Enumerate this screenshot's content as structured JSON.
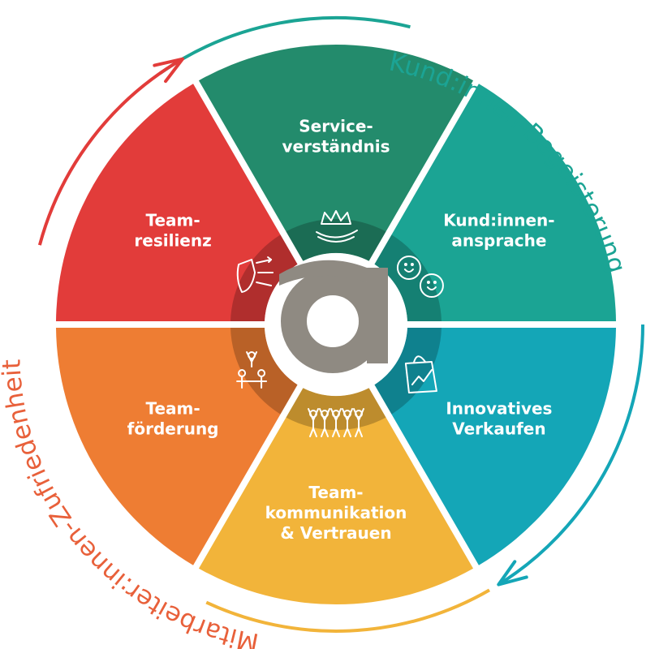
{
  "segments": [
    {
      "id": "service",
      "lines": [
        "Service-",
        "verständnis"
      ],
      "color": "#238B6C",
      "icon": "crown-in-hand-icon"
    },
    {
      "id": "kundinnenansprache",
      "lines": [
        "Kund:innen-",
        "ansprache"
      ],
      "color": "#1BA494",
      "icon": "smiley-speech-bubbles-icon"
    },
    {
      "id": "verkaufen",
      "lines": [
        "Innovatives",
        "Verkaufen"
      ],
      "color": "#14A6B7",
      "icon": "shopping-bag-growth-icon"
    },
    {
      "id": "kommunikation",
      "lines": [
        "Team-",
        "kommunikation",
        "& Vertrauen"
      ],
      "color": "#F2B43A",
      "icon": "cheering-team-icon"
    },
    {
      "id": "foerderung",
      "lines": [
        "Team-",
        "förderung"
      ],
      "color": "#EE7D33",
      "icon": "human-pyramid-icon"
    },
    {
      "id": "resilienz",
      "lines": [
        "Team-",
        "resilienz"
      ],
      "color": "#E23C3A",
      "icon": "shield-arrows-icon"
    }
  ],
  "outer_arcs": [
    {
      "id": "kundinnen",
      "text": "Kund:innen-Begeisterung",
      "color": "#1BA494"
    },
    {
      "id": "mitarbeiter",
      "text": "Mitarbeiter:innen-Zufriedenheit",
      "color": "#E8603A"
    }
  ],
  "center_logo": {
    "icon": "a-logo-icon",
    "color": "#8F8A82"
  },
  "colors": {
    "arc_teal": "#1BA494",
    "arc_cyan": "#14A6B7",
    "arc_yellow": "#F2B43A",
    "arc_red": "#E23C3A"
  }
}
